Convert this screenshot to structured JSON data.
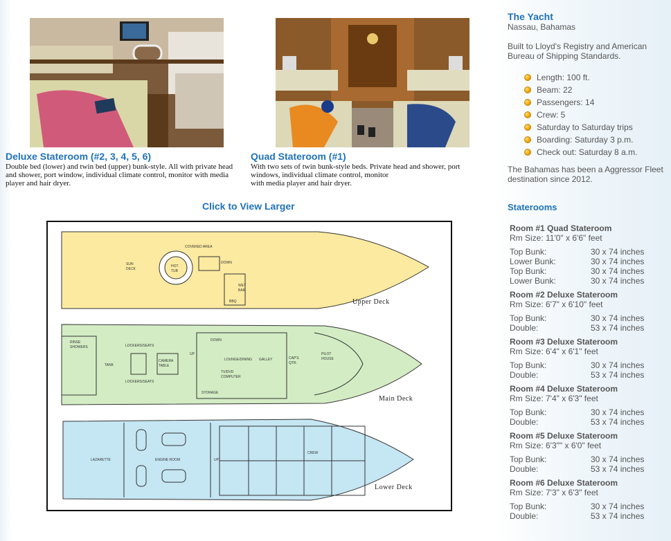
{
  "photos": [
    {
      "icon": "deluxe-stateroom-photo",
      "title": "Deluxe Stateroom (#2, 3, 4, 5, 6)",
      "description_lines": [
        "Double bed (lower) and twin bed (upper) bunk-style.  All with private head",
        "and shower, port window, individual climate control, monitor with media",
        "player and hair dryer."
      ]
    },
    {
      "icon": "quad-stateroom-photo",
      "title": "Quad  Stateroom (#1)",
      "description_lines": [
        "With two sets of twin bunk-style beds.  Private head and shower, port",
        "windows, individual climate control, monitor",
        "with media player and hair dryer."
      ]
    }
  ],
  "click_larger": "Click to View Larger",
  "deck_plan": {
    "icon": "deck-plan-image",
    "decks": [
      "Upper Deck",
      "Main Deck",
      "Lower Deck"
    ],
    "labels": {
      "sun_deck": [
        "SUN",
        "DECK"
      ],
      "hot_tub": [
        "HOT",
        "TUB"
      ],
      "covered_area": "COVERED AREA",
      "down": "DOWN",
      "wet_bar": [
        "WET",
        "BAR"
      ],
      "bbq": "BBQ",
      "rinse_showers": [
        "RINSE",
        "SHOWERS"
      ],
      "lockers_seats": "LOCKERS/SEATS",
      "camera_table": [
        "CAMERA",
        "TABLE"
      ],
      "tank": "TANK",
      "lounge_dining": "LOUNGE/DINING",
      "tv_dvd_computer": [
        "TV/DVD",
        "COMPUTER"
      ],
      "storage": "STORAGE",
      "galley": "GALLEY",
      "capts_qtr": [
        "CAP'S",
        "QTR."
      ],
      "pilot_house": [
        "PILOT",
        "HOUSE"
      ],
      "up": "UP",
      "lazarette": "LAZARETTE",
      "engine_room": "ENGINE ROOM",
      "crew": "CREW"
    },
    "colors": {
      "upper": "#fbeaa0",
      "main": "#d3ecc4",
      "lower": "#c5e6f3"
    }
  },
  "yacht": {
    "title": "The Yacht",
    "location": "Nassau, Bahamas",
    "built_lines": [
      "Built to Lloyd's Registry and American",
      "Bureau of Shipping Standards."
    ],
    "bullet_icon": "orange-bullet-icon",
    "specs": [
      "Length:  100 ft.",
      "Beam: 22",
      "Passengers: 14",
      "Crew:  5",
      "Saturday to Saturday trips",
      "Boarding:  Saturday 3 p.m.",
      "Check out: Saturday 8 a.m."
    ],
    "destination_lines": [
      "The Bahamas has been a Aggressor Fleet",
      "destination since 2012."
    ]
  },
  "staterooms": {
    "title": "Staterooms",
    "rooms": [
      {
        "title": "Room #1 Quad Stateroom",
        "size": "Rm Size:  11'0\" x 6'6\" feet",
        "bunks": [
          {
            "label": "Top Bunk:",
            "size": "30 x 74 inches"
          },
          {
            "label": "Lower Bunk:",
            "size": "30 x 74 inches"
          },
          {
            "label": "Top Bunk:",
            "size": "30 x 74 inches"
          },
          {
            "label": "Lower Bunk:",
            "size": "30 x 74 inches"
          }
        ]
      },
      {
        "title": "Room #2 Deluxe Stateroom",
        "size": "Rm Size:  6'7\" x 6'10\" feet",
        "bunks": [
          {
            "label": "Top Bunk:",
            "size": "30 x 74 inches"
          },
          {
            "label": "Double:",
            "size": "53 x 74 inches"
          }
        ]
      },
      {
        "title": "Room #3 Deluxe Stateroom",
        "size": "Rm Size:  6'4\" x 6'1\" feet",
        "bunks": [
          {
            "label": "Top Bunk:",
            "size": "30 x 74 inches"
          },
          {
            "label": "Double:",
            "size": "53 x 74 inches"
          }
        ]
      },
      {
        "title": "Room #4 Deluxe Stateroom",
        "size": "Rm Size:  7'4\" x 6'3\" feet",
        "bunks": [
          {
            "label": "Top Bunk:",
            "size": "30 x 74 inches"
          },
          {
            "label": "Double:",
            "size": "53 x 74 inches"
          }
        ]
      },
      {
        "title": "Room #5 Deluxe Stateroom",
        "size": "Rm Size:  6'3\"\" x 6'0\" feet",
        "bunks": [
          {
            "label": "Top Bunk:",
            "size": "30 x 74 inches"
          },
          {
            "label": "Double:",
            "size": "53 x 74 inches"
          }
        ]
      },
      {
        "title": "Room #6 Deluxe Stateroom",
        "size": "Rm Size:  7'3\" x 6'3\" feet",
        "bunks": [
          {
            "label": "Top Bunk:",
            "size": "30 x 74 inches"
          },
          {
            "label": "Double:",
            "size": "53 x 74 inches"
          }
        ]
      }
    ]
  }
}
